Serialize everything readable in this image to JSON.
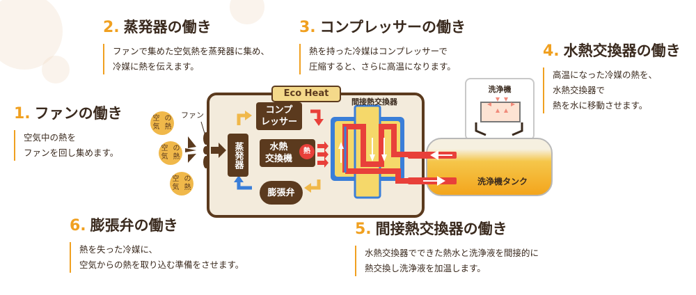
{
  "sections": {
    "s1": {
      "num": "1.",
      "title": "ファンの働き",
      "body": [
        "空気中の熱を",
        "ファンを回し集めます。"
      ]
    },
    "s2": {
      "num": "2.",
      "title": "蒸発器の働き",
      "body": [
        "ファンで集めた空気熱を蒸発器に集め、",
        "冷媒に熱を伝えます。"
      ]
    },
    "s3": {
      "num": "3.",
      "title": "コンプレッサーの働き",
      "body": [
        "熱を持った冷媒はコンプレッサーで",
        "圧縮すると、さらに高温になります。"
      ]
    },
    "s4": {
      "num": "4.",
      "title": "水熱交換器の働き",
      "body": [
        "高温になった冷媒の熱を、",
        "水熱交換器で",
        "熱を水に移動させます。"
      ]
    },
    "s5": {
      "num": "5.",
      "title": "間接熱交換器の働き",
      "body": [
        "水熱交換器でできた熱水と洗浄液を間接的に",
        "熱交換し洗浄液を加温します。"
      ]
    },
    "s6": {
      "num": "6.",
      "title": "膨張弁の働き",
      "body": [
        "熱を失った冷媒に、",
        "空気からの熱を取り込む準備をさせます。"
      ]
    }
  },
  "diagram": {
    "eco_heat": "Eco Heat",
    "evaporator": "蒸発器",
    "compressor": [
      "コンプ",
      "レッサー"
    ],
    "water_hx": [
      "水熱",
      "交換機"
    ],
    "heat": "熱",
    "valve": "膨張弁",
    "indirect_hx": "間接熱交換器",
    "fan": "ファン",
    "air_heat": [
      "空気",
      "の熱"
    ],
    "washer": "洗浄機",
    "tank": "洗浄機タンク"
  },
  "colors": {
    "accent": "#f0a020",
    "dark": "#5b3a1e",
    "hot": "#e8403a",
    "cool": "#3a7ed8",
    "tank": "#f3a51c"
  }
}
